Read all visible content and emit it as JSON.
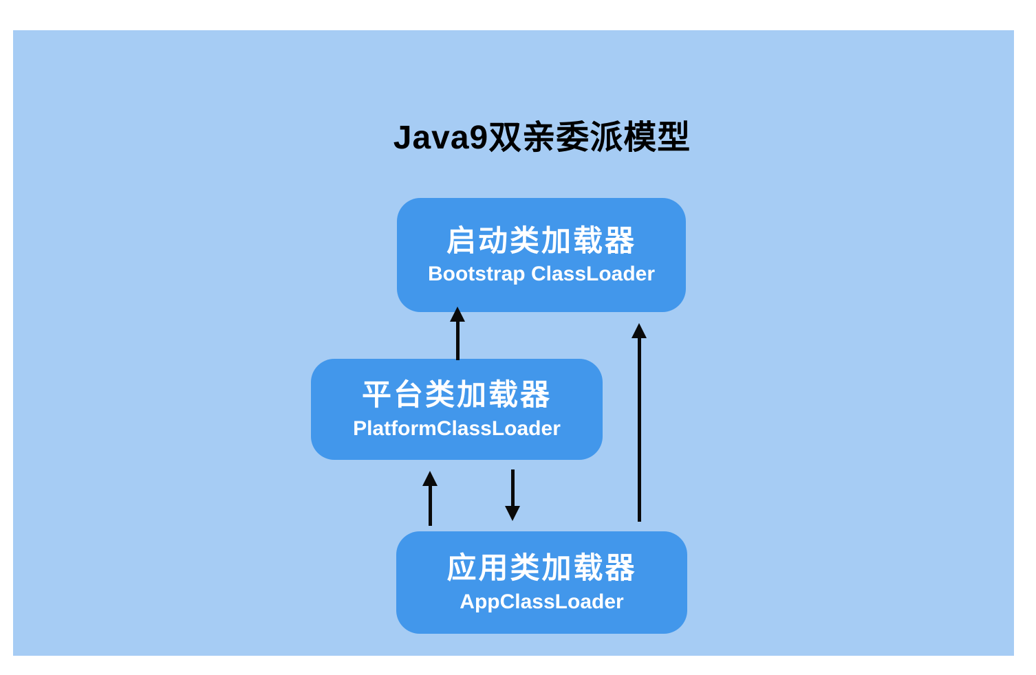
{
  "title": "Java9双亲委派模型",
  "colors": {
    "page_bg": "#ffffff",
    "canvas_bg": "#a6ccf4",
    "node_bg": "#4297eb",
    "node_text": "#ffffff",
    "arrow": "#0a0a0a",
    "title_text": "#000000"
  },
  "nodes": {
    "bootstrap": {
      "zh": "启动类加载器",
      "en": "Bootstrap ClassLoader"
    },
    "platform": {
      "zh": "平台类加载器",
      "en": "PlatformClassLoader"
    },
    "app": {
      "zh": "应用类加载器",
      "en": "AppClassLoader"
    }
  },
  "arrows": [
    {
      "name": "arrow-platform-to-bootstrap",
      "from": "platform",
      "to": "bootstrap",
      "direction": "up"
    },
    {
      "name": "arrow-app-to-bootstrap",
      "from": "app",
      "to": "bootstrap",
      "direction": "up"
    },
    {
      "name": "arrow-app-to-platform",
      "from": "app",
      "to": "platform",
      "direction": "up"
    },
    {
      "name": "arrow-platform-to-app",
      "from": "platform",
      "to": "app",
      "direction": "down"
    }
  ]
}
